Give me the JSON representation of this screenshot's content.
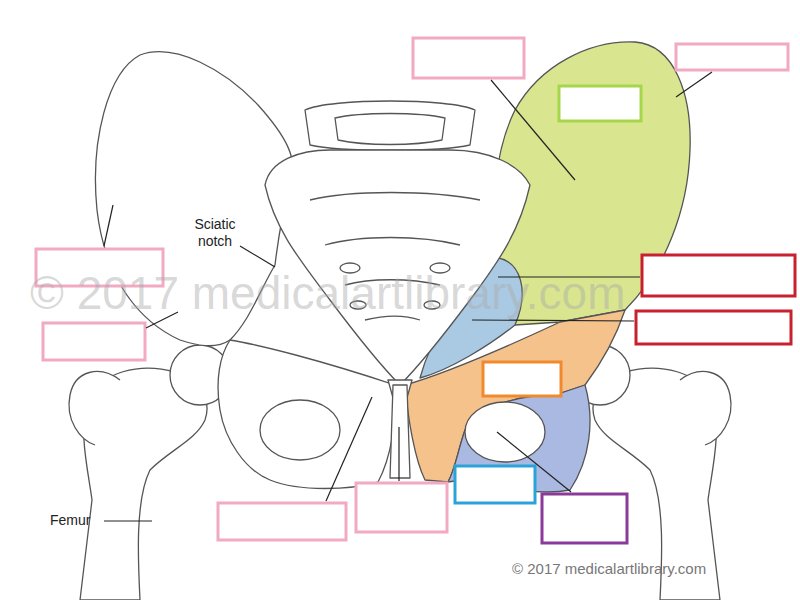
{
  "diagram": {
    "labels": [
      "Sciatic notch",
      "Femur",
      "© 2017 medicalartlibrary.com",
      "© 2017 medicalartlibrary.com"
    ]
  }
}
